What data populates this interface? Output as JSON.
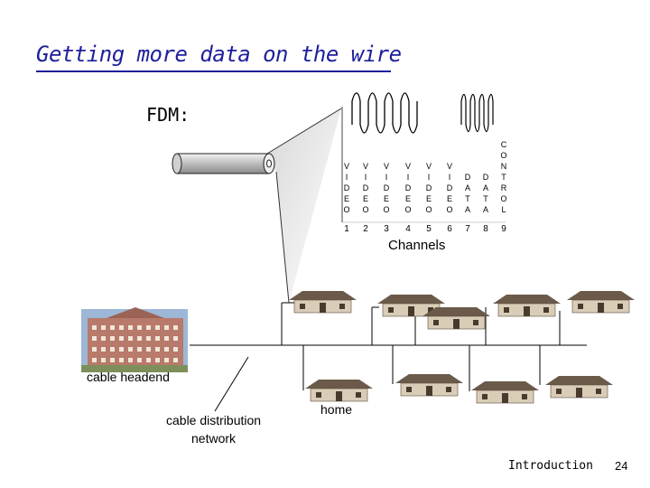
{
  "title": "Getting more data on the wire",
  "fdm_label": "FDM:",
  "channel_columns": [
    {
      "lines": [
        "V",
        "I",
        "D",
        "E",
        "O"
      ],
      "number": "1"
    },
    {
      "lines": [
        "V",
        "I",
        "D",
        "E",
        "O"
      ],
      "number": "2"
    },
    {
      "lines": [
        "V",
        "I",
        "D",
        "E",
        "O"
      ],
      "number": "3"
    },
    {
      "lines": [
        "V",
        "I",
        "D",
        "E",
        "O"
      ],
      "number": "4"
    },
    {
      "lines": [
        "V",
        "I",
        "D",
        "E",
        "O"
      ],
      "number": "5"
    },
    {
      "lines": [
        "V",
        "I",
        "D",
        "E",
        "O"
      ],
      "number": "6"
    },
    {
      "lines": [
        "D",
        "A",
        "T",
        "A"
      ],
      "number": "7"
    },
    {
      "lines": [
        "D",
        "A",
        "T",
        "A"
      ],
      "number": "8"
    },
    {
      "lines": [
        "C",
        "O",
        "N",
        "T",
        "R",
        "O",
        "L"
      ],
      "number": "9"
    }
  ],
  "channels_label": "Channels",
  "cable_headend_label": "cable headend",
  "cable_distribution_label_line1": "cable distribution",
  "cable_distribution_label_line2": "network",
  "home_label": "home",
  "footer_label": "Introduction",
  "page_number": "24",
  "colors": {
    "title": "#1f1f9c",
    "house_roof": "#6b5a4a",
    "house_wall": "#d9cdb8",
    "building": "#b87a6a"
  }
}
